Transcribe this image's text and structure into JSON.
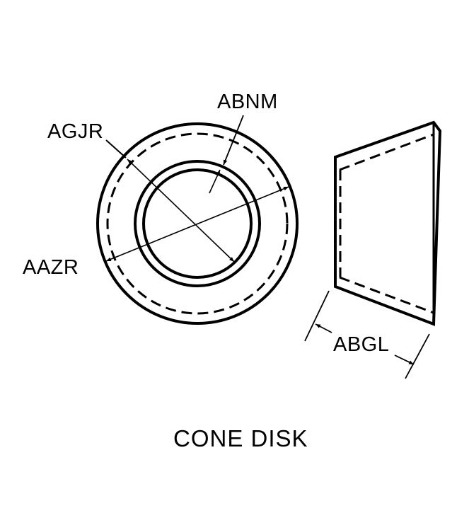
{
  "diagram": {
    "title": "CONE DISK",
    "labels": {
      "agjr": "AGJR",
      "abnm": "ABNM",
      "aazr": "AAZR",
      "abgl": "ABGL"
    }
  }
}
